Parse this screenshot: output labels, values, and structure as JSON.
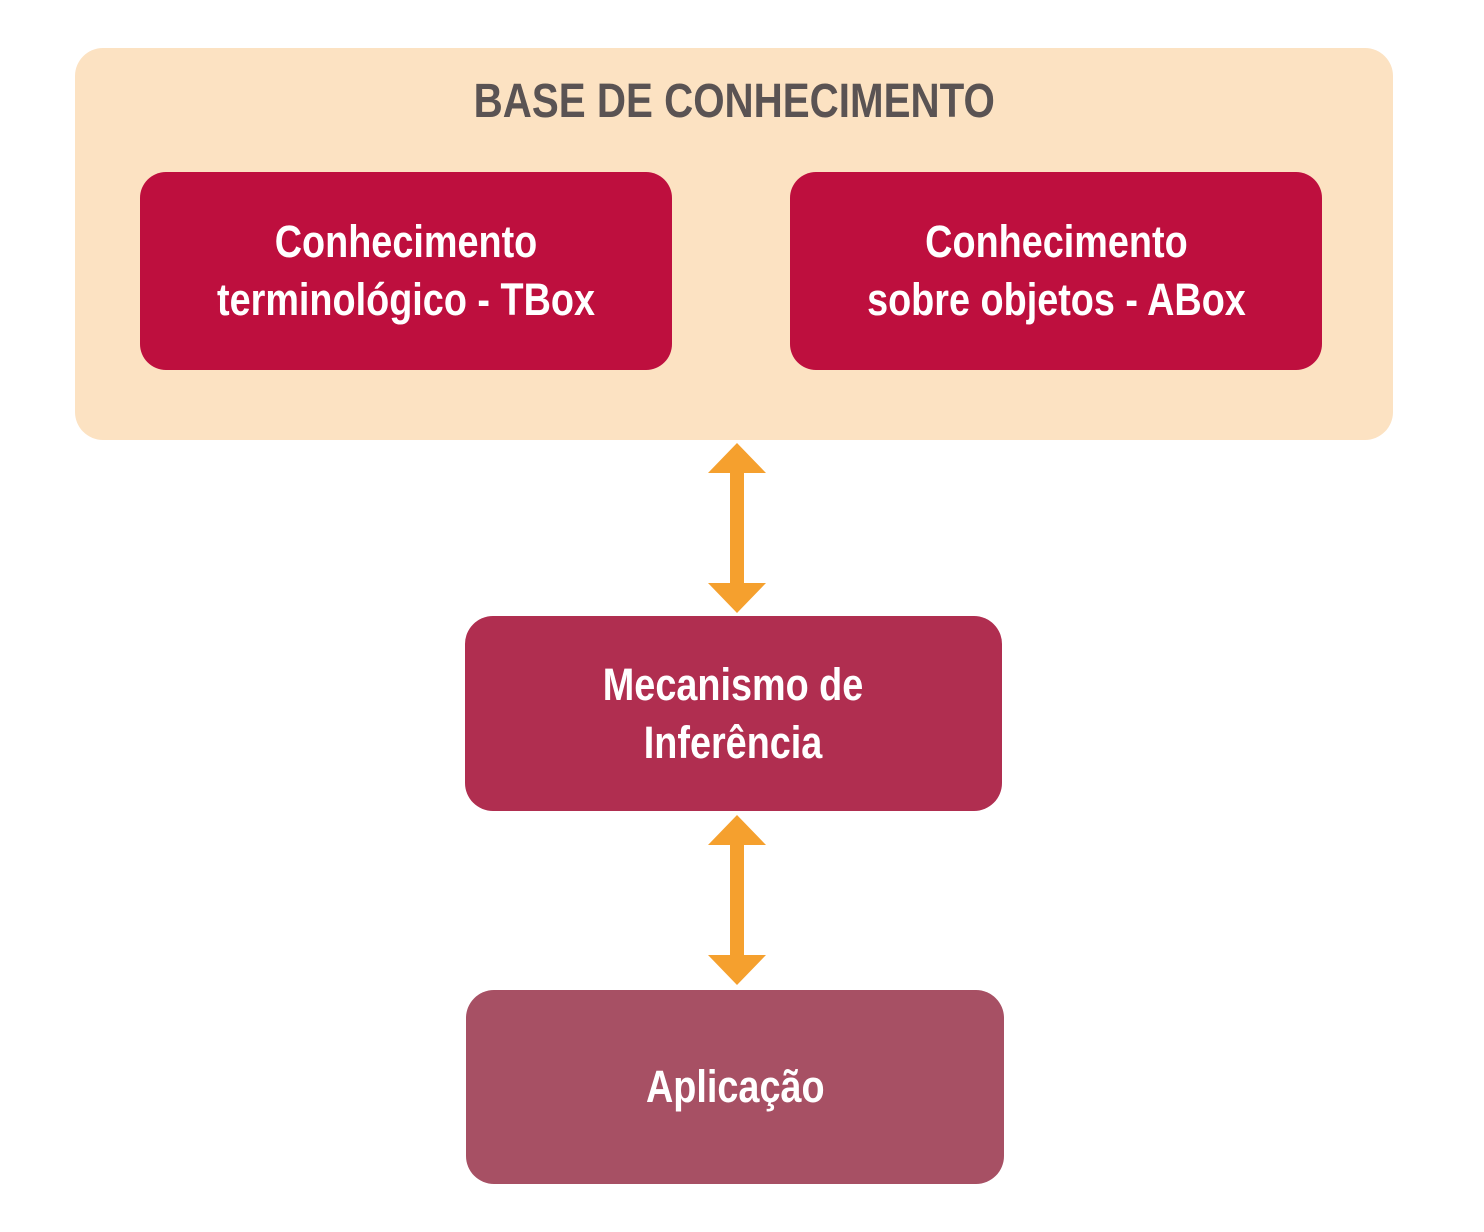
{
  "diagram": {
    "knowledge_base": {
      "title": "BASE DE CONHECIMENTO"
    },
    "tbox": {
      "line1": "Conhecimento",
      "line2": "terminológico - TBox"
    },
    "abox": {
      "line1": "Conhecimento",
      "line2": "sobre objetos - ABox"
    },
    "inference": {
      "line1": "Mecanismo de",
      "line2": "Inferência"
    },
    "application": {
      "label": "Aplicação"
    },
    "connectors": [
      {
        "icon": "double-vertical-arrow-icon",
        "from": "knowledge-base",
        "to": "inference"
      },
      {
        "icon": "double-vertical-arrow-icon",
        "from": "inference",
        "to": "application"
      }
    ],
    "colors": {
      "panel_bg": "#FCE2C2",
      "crimson_box": "#BE0F3E",
      "inference_box": "#B02E50",
      "application_box": "#A75064",
      "arrow_orange": "#F5A02E",
      "title_gray": "#5A5353",
      "box_text": "#FFFFFF",
      "page_bg": "#FFFFFF"
    }
  }
}
